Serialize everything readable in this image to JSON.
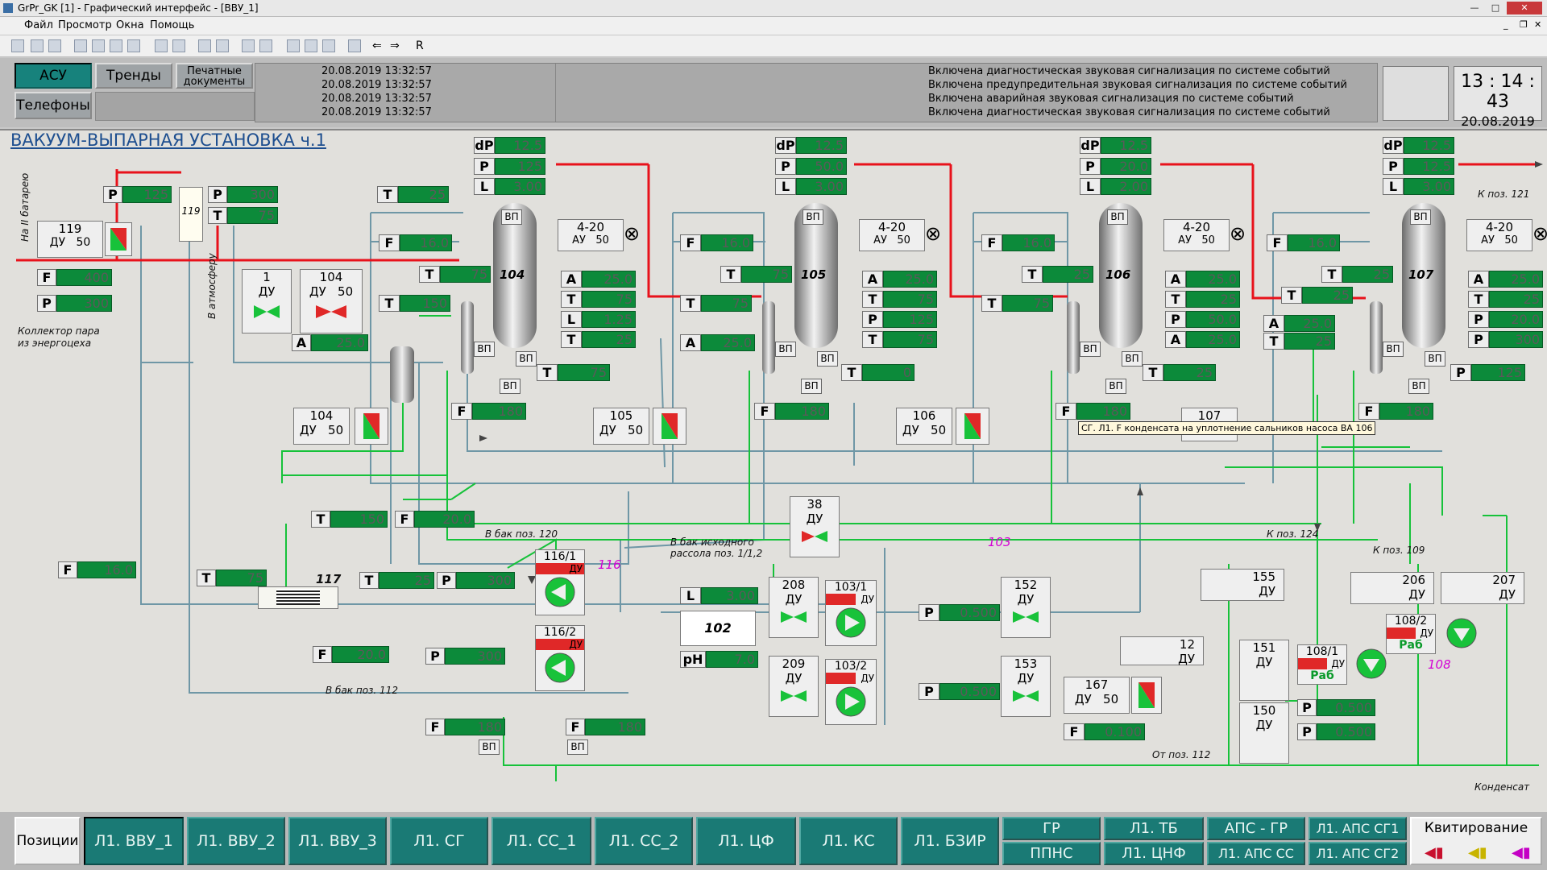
{
  "window": {
    "title": "GrPr_GK [1] - Графический интерфейс - [ВВУ_1]"
  },
  "menu": {
    "file": "Файл",
    "view": "Просмотр",
    "windows": "Окна",
    "help": "Помощь"
  },
  "toolbar": {
    "r_label": "R"
  },
  "header": {
    "asu": "АСУ",
    "trends": "Тренды",
    "print_docs_1": "Печатные",
    "print_docs_2": "документы",
    "phones": "Телефоны",
    "messages": [
      {
        "date": "20.08.2019 13:32:57",
        "text": "Включена диагностическая звуковая сигнализация по системе событий"
      },
      {
        "date": "20.08.2019 13:32:57",
        "text": "Включена предупредительная звуковая сигнализация по системе событий"
      },
      {
        "date": "20.08.2019 13:32:57",
        "text": "Включена аварийная звуковая сигнализация по системе событий"
      },
      {
        "date": "20.08.2019 13:32:57",
        "text": "Включена диагностическая звуковая сигнализация по системе событий"
      }
    ],
    "clock_time": "13 : 14 : 43",
    "clock_date": "20.08.2019"
  },
  "page": {
    "title": "ВАКУУМ-ВЫПАРНАЯ УСТАНОВКА ч.1"
  },
  "labels": {
    "battery": "На II батарею",
    "atm": "В атмосферу",
    "collector_1": "Коллектор пара",
    "collector_2": "из энергоцеха",
    "to_121": "К поз. 121",
    "to_124": "К поз. 124",
    "to_109": "К поз. 109",
    "tank_120": "В бак поз. 120",
    "tank_src_1": "В бак исходного",
    "tank_src_2": "рассола поз. 1/1,2",
    "tank_112": "В бак поз. 112",
    "from_112": "От поз. 112",
    "condensate": "Конденсат",
    "n116": "116",
    "n103": "103",
    "n108": "108",
    "n117": "117",
    "n119": "119",
    "n102": "102",
    "rab": "Раб",
    "du": "ДУ",
    "au": "АУ",
    "range": "4-20",
    "vp": "ВП",
    "fifty": "50"
  },
  "tooltip": "СГ. Л1. F конденсата на уплотнение сальников насоса ВА 106",
  "evaporators": [
    {
      "id": "104",
      "dP": "12.5",
      "P": "125",
      "L": "3.00",
      "T1": "25",
      "F1": "16.0",
      "T2": "75",
      "T3": "150",
      "A1": "25.0",
      "A2": "25.0",
      "T4": "75",
      "L2": "1.25",
      "T5": "25",
      "T6": "75",
      "F2": "180"
    },
    {
      "id": "105",
      "dP": "12.5",
      "P": "50.0",
      "L": "3.00",
      "F1": "16.0",
      "T2": "75",
      "T3": "75",
      "A1": "25.0",
      "A2": "25.0",
      "T4": "75",
      "P2": "125",
      "T5": "75",
      "T6": "0",
      "F2": "180"
    },
    {
      "id": "106",
      "dP": "12.5",
      "P": "20.0",
      "L": "2.00",
      "F1": "16.0",
      "T2": "25",
      "T3": "75",
      "A1": "25.0",
      "T4": "25",
      "P2": "50.0",
      "A3": "25.0",
      "T6": "25",
      "F2": "180"
    },
    {
      "id": "107",
      "dP": "12.5",
      "P": "12.5",
      "L": "3.00",
      "F1": "16.0",
      "T2": "25",
      "T3": "25",
      "A1": "25.0",
      "T4": "25",
      "P2": "20.0",
      "P3": "300",
      "A2": "25.0",
      "T5": "25",
      "P4": "125",
      "F2": "180"
    }
  ],
  "left": {
    "P1": "125",
    "P2": "300",
    "T1": "75",
    "F1": "400",
    "P3": "300",
    "valve1": "1",
    "valve104": "104",
    "valve119": "119",
    "valve104b": "104",
    "A": "25.0"
  },
  "lower": {
    "T117a": "150",
    "F117a": "20.0",
    "F16": "16.0",
    "T117": "75",
    "T117b": "25",
    "P117": "300",
    "F20": "20.0",
    "P300": "300",
    "F180a": "180",
    "F180b": "180",
    "p116_1": "116/1",
    "p116_2": "116/2",
    "v38": "38",
    "v105": "105",
    "v106": "106",
    "v107": "107",
    "L102": "3.00",
    "pH": "7.0",
    "v208": "208",
    "v209": "209",
    "p103_1": "103/1",
    "p103_2": "103/2",
    "P500a": "0.500",
    "P500b": "0.500",
    "v152": "152",
    "v153": "153",
    "v12": "12",
    "v167": "167",
    "F100": "0.100",
    "v155": "155",
    "v206": "206",
    "v207": "207",
    "v151": "151",
    "v150": "150",
    "p108_1": "108/1",
    "p108_2": "108/2",
    "P500c": "0.500",
    "P500d": "0.500"
  },
  "nav": {
    "positions": "Позиции",
    "vvu1": "Л1. ВВУ_1",
    "vvu2": "Л1. ВВУ_2",
    "vvu3": "Л1. ВВУ_3",
    "sg": "Л1. СГ",
    "ss1": "Л1. СС_1",
    "ss2": "Л1. СС_2",
    "cf": "Л1. ЦФ",
    "ks": "Л1. КС",
    "bzir": "Л1. БЗИР",
    "gr": "ГР",
    "ppns": "ППНС",
    "tb": "Л1. ТБ",
    "cnf": "Л1. ЦНФ",
    "aps_gr": "АПС - ГР",
    "aps_ss": "Л1. АПС СС",
    "aps_sg1": "Л1. АПС СГ1",
    "aps_sg2": "Л1. АПС СГ2",
    "ack": "Квитирование"
  },
  "colors": {
    "steam": "#e8121b",
    "brine": "#16c23a",
    "water": "#6f97a6",
    "value_bg": "#0c8a3a",
    "nav": "#1a7a75"
  }
}
